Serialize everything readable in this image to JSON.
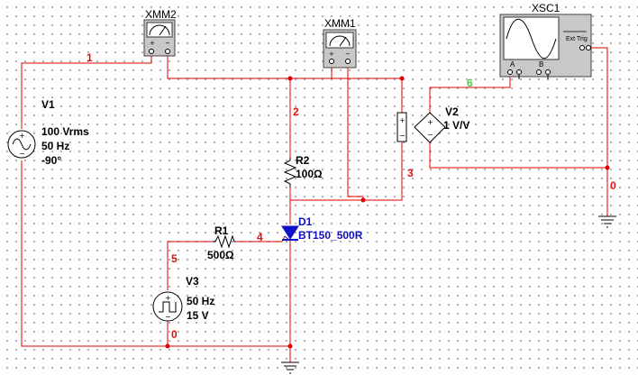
{
  "instruments": {
    "xmm2": {
      "name": "XMM2"
    },
    "xmm1": {
      "name": "XMM1"
    },
    "xsc1": {
      "name": "XSC1",
      "ch_a": "A",
      "ch_b": "B",
      "ext_trig": "Ext Trig"
    }
  },
  "components": {
    "v1": {
      "ref": "V1",
      "value": "100 Vrms",
      "freq": "50 Hz",
      "phase": "-90°"
    },
    "v2": {
      "ref": "V2",
      "gain": "1 V/V"
    },
    "v3": {
      "ref": "V3",
      "freq": "50 Hz",
      "value": "15 V"
    },
    "r1": {
      "ref": "R1",
      "value": "500Ω"
    },
    "r2": {
      "ref": "R2",
      "value": "100Ω"
    },
    "d1": {
      "ref": "D1",
      "model": "BT150_500R"
    }
  },
  "nets": {
    "n1": "1",
    "n2": "2",
    "n3": "3",
    "n4": "4",
    "n5": "5",
    "n6": "6",
    "n0_right": "0",
    "n0_bottom": "0"
  },
  "colors": {
    "wire": "#e00000",
    "instrument_body": "#c8c8c8",
    "diode": "#1010c8",
    "net_label": "#e01010",
    "net6_label": "#44cc44"
  }
}
